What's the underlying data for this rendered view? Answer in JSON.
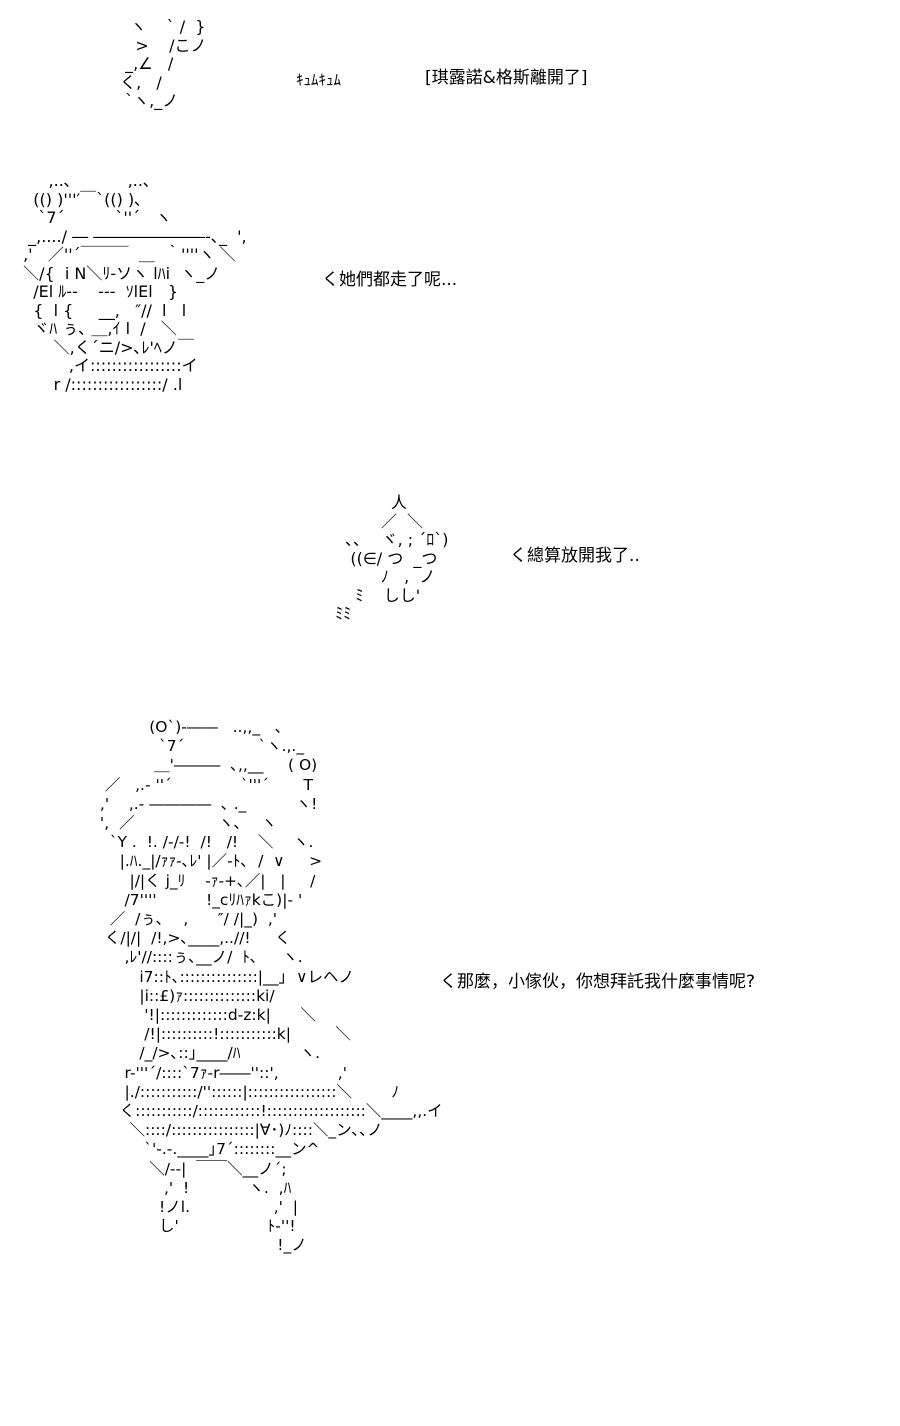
{
  "panels": [
    {
      "art": "   ヽ    ` /  }\n    >    /こノ\n  _,∠   /\n く,   /\n  `ヽ,_ノ",
      "sound": "ｷｭﾑｷｭﾑ",
      "caption": "[琪露諾&格斯離開了]"
    },
    {
      "art": "      ,..､           ,..､\n   (() )'''′￣`(() )､\n    `7´          `''´   ヽ\n  _,..../ ― ―――――――-､_  ',\n ,'   ／''´￣￣￣  ＿  ｀''''ヽ ＼\n ＼/{  i N＼ﾘ-ソヽ lﾊi  ヽ_ノ\n   /El ﾙ--    ---  ｿlEl   }\n   {  l {     __,   ″//  l   l\n   ヾﾊ ぅ､ ＿,ｲ l  /   ＼\n       ＼,く´ニ/>､ﾚ'ﾍノ￣\n          ,イ:::::::::::::::::イ\n       r /:::::::::::::::::/ .l",
      "caption": "く她們都走了呢..."
    },
    {
      "art": "            人\n          ／  ＼\n   ､､    ヾ, ; ´ﾛ`)\n    ((∈/ つ  _つ\n          ﾉ   ,  ノ\n     ﾐ    しし'\n ﾐﾐ",
      "caption": "く總算放開我了.."
    },
    {
      "art": "           (O`)-――   ..,,_   ､\n             `7´               `ヽ.,._\n            ＿'―――  ､,,__     ( O)\n  ／   ,.‐ ''´              `'''´       T\n ,'    ,.‐ ――――  ､ ._          ヽ!\n ',  ／                 ヽ､    ヽ\n   `Y .  !. /-/-!  /!   /!    ＼    ヽ.\n     |.ﾊ._|/ｧｧ-､ﾚ' |／-ﾄ､  /  ∨     >\n       |/|く j_ﾘ    -ｧ-+､／|   |     /\n      /7''''          !_cﾘﾊｧkこ)|- '\n   ／  /ぅ､    ,      ″/ /|_)  ,'\n  く/|/|  /!,>､____,..//!     く\n      ,ﾚ'//::::ぅ､__ノ/  ﾄ､     ヽ.\n         i7::ﾄ､:::::::::::::::|__｣  ∨レヘノ\n         |i::£)ｧ::::::::::::::ki/\n          '!|:::::::::::::d-z:k|      ＼\n          /!|::::::::::!:::::::::::k|         ＼\n         /_/>､::｣____/ﾊ            ヽ.\n      r-'''´/::::`7ｧ-r――''::',            ,'\n      |./:::::::::::/''::::::|:::::::::::::::::＼        ﾉ\n     く:::::::::::/::::::::::::!:::::::::::::::::::＼____,,.イ\n       ＼::::/::::::::::::::::|∀･)ﾉ::::＼_ン､､ノ\n          `'-.-.____｣7´::::::::__ン^\n           ＼/--|  ￣￣＼__ノ´;\n              ,'  !            ヽ.  ,ﾊ\n             !ノl.                 ,'  |\n             し'                  ﾄ-''!\n                                     !_ノ",
      "caption": "く那麼，小傢伙，你想拜託我什麼事情呢?"
    }
  ]
}
